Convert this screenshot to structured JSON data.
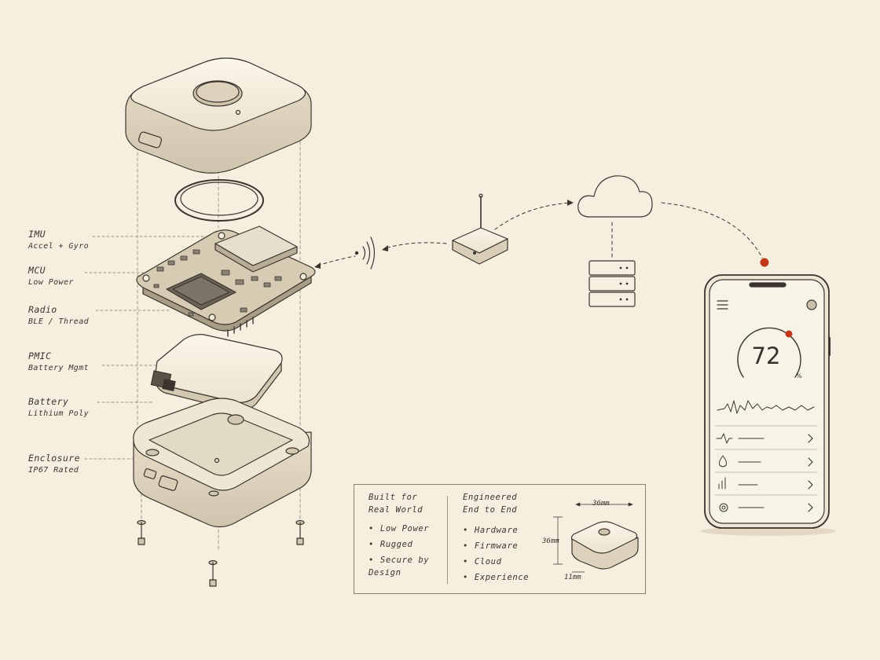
{
  "labels": [
    {
      "id": "imu",
      "title": "IMU",
      "sub": "Accel + Gyro"
    },
    {
      "id": "mcu",
      "title": "MCU",
      "sub": "Low Power"
    },
    {
      "id": "radio",
      "title": "Radio",
      "sub": "BLE / Thread"
    },
    {
      "id": "pmic",
      "title": "PMIC",
      "sub": "Battery Mgmt"
    },
    {
      "id": "battery",
      "title": "Battery",
      "sub": "Lithium Poly"
    },
    {
      "id": "enclosure",
      "title": "Enclosure",
      "sub": "IP67 Rated"
    }
  ],
  "phone": {
    "value": "72",
    "unit": "%"
  },
  "info": {
    "left_heading_1": "Built for",
    "left_heading_2": "Real World",
    "left_items": [
      "Low Power",
      "Rugged",
      "Secure by Design"
    ],
    "right_heading_1": "Engineered",
    "right_heading_2": "End to End",
    "right_items": [
      "Hardware",
      "Firmware",
      "Cloud",
      "Experience"
    ],
    "dims": {
      "width": "36mm",
      "height": "36mm",
      "depth": "11mm"
    }
  },
  "colors": {
    "paper": "#f6efdf",
    "ink": "#3b352d",
    "accent": "#c0391b"
  }
}
